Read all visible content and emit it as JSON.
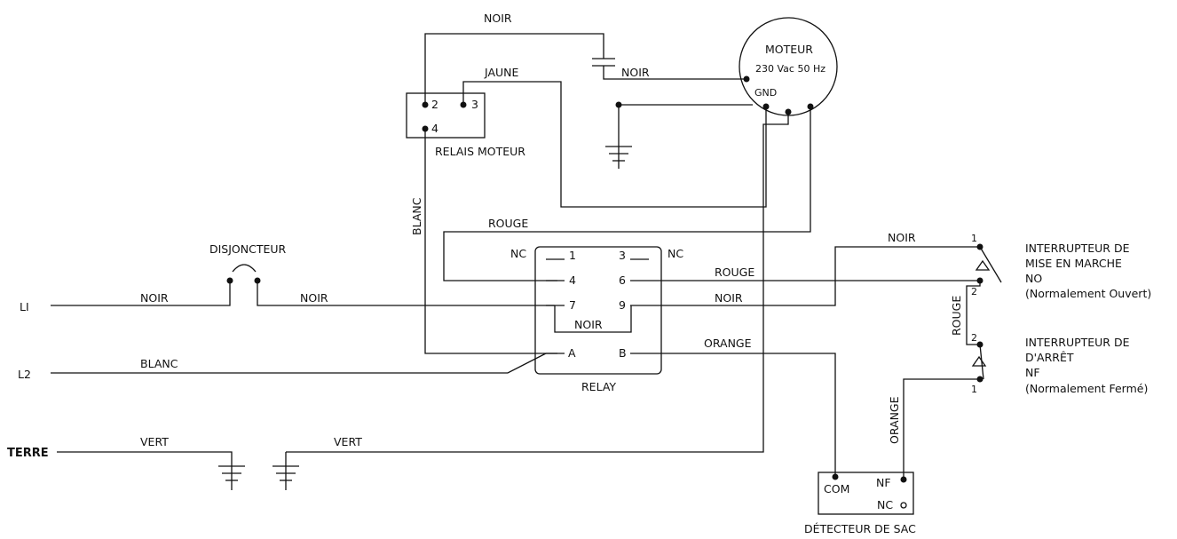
{
  "motor": {
    "title": "MOTEUR",
    "rating": "230 Vac 50 Hz",
    "gnd": "GND"
  },
  "motor_relay": {
    "label": "RELAIS MOTEUR",
    "pin2": "2",
    "pin3": "3",
    "pin4": "4"
  },
  "relay": {
    "label": "RELAY",
    "nc_left": "NC",
    "nc_right": "NC",
    "pin1": "1",
    "pin3": "3",
    "pin4": "4",
    "pin6": "6",
    "pin7": "7",
    "pin9": "9",
    "pinA": "A",
    "pinB": "B",
    "jumper_wire": "NOIR"
  },
  "breaker": {
    "label": "DISJONCTEUR"
  },
  "terminals": {
    "l1": "LI",
    "l2": "L2",
    "earth": "TERRE"
  },
  "start_switch": {
    "line1": "INTERRUPTEUR DE",
    "line2": "MISE EN MARCHE",
    "line3": "NO",
    "line4": "(Normalement Ouvert)",
    "pin1": "1",
    "pin2": "2"
  },
  "stop_switch": {
    "line1": "INTERRUPTEUR DE",
    "line2": "D'ARRÊT",
    "line3": "NF",
    "line4": "(Normalement Fermé)",
    "pin1": "1",
    "pin2": "2"
  },
  "bag_detector": {
    "label": "DÉTECTEUR DE SAC",
    "com": "COM",
    "nf": "NF",
    "nc": "NC"
  },
  "wires": {
    "noir_top": "NOIR",
    "noir_cap": "NOIR",
    "jaune": "JAUNE",
    "blanc_vertical": "BLANC",
    "rouge_top": "ROUGE",
    "noir_switch": "NOIR",
    "rouge_6": "ROUGE",
    "noir_9": "NOIR",
    "orange_b": "ORANGE",
    "noir_l1": "NOIR",
    "noir_breaker": "NOIR",
    "blanc_l2": "BLANC",
    "vert_1": "VERT",
    "vert_2": "VERT",
    "rouge_switch": "ROUGE",
    "orange_switch": "ORANGE"
  }
}
